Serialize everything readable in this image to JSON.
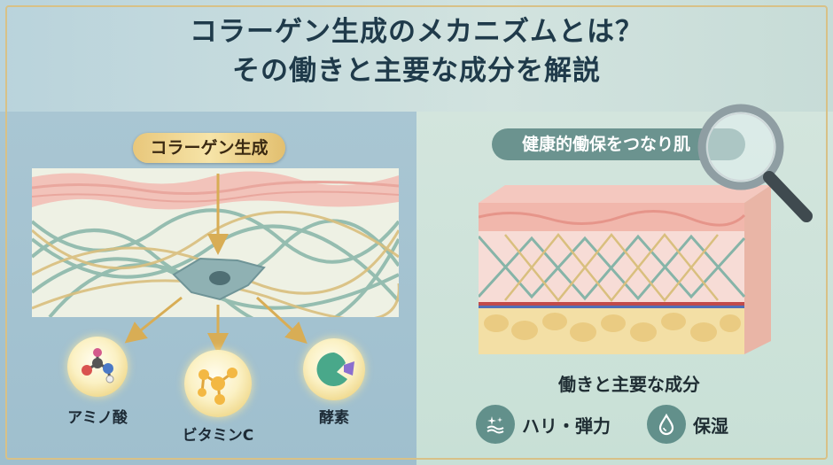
{
  "header": {
    "title_line1": "コラーゲン生成のメカニズムとは？",
    "title_line2": "その働きと主要な成分を解説"
  },
  "left_panel": {
    "badge": "コラーゲン生成",
    "nutrients": [
      {
        "label": "アミノ酸",
        "icon": "molecule-icon"
      },
      {
        "label": "ビタミンC",
        "icon": "vitamin-c-icon"
      },
      {
        "label": "酵素",
        "icon": "enzyme-icon"
      }
    ]
  },
  "right_panel": {
    "badge": "健康的働保をつなり肌",
    "subheading": "働きと主要な成分",
    "features": [
      {
        "label": "ハリ・弾力",
        "icon": "sparkle-skin-icon"
      },
      {
        "label": "保湿",
        "icon": "water-drop-icon"
      }
    ]
  },
  "colors": {
    "left_bg": "#a9c6d3",
    "right_bg": "#d3e5dd",
    "gold": "#e8c77b",
    "teal": "#6b938f",
    "title_text": "#1f3a4a"
  }
}
